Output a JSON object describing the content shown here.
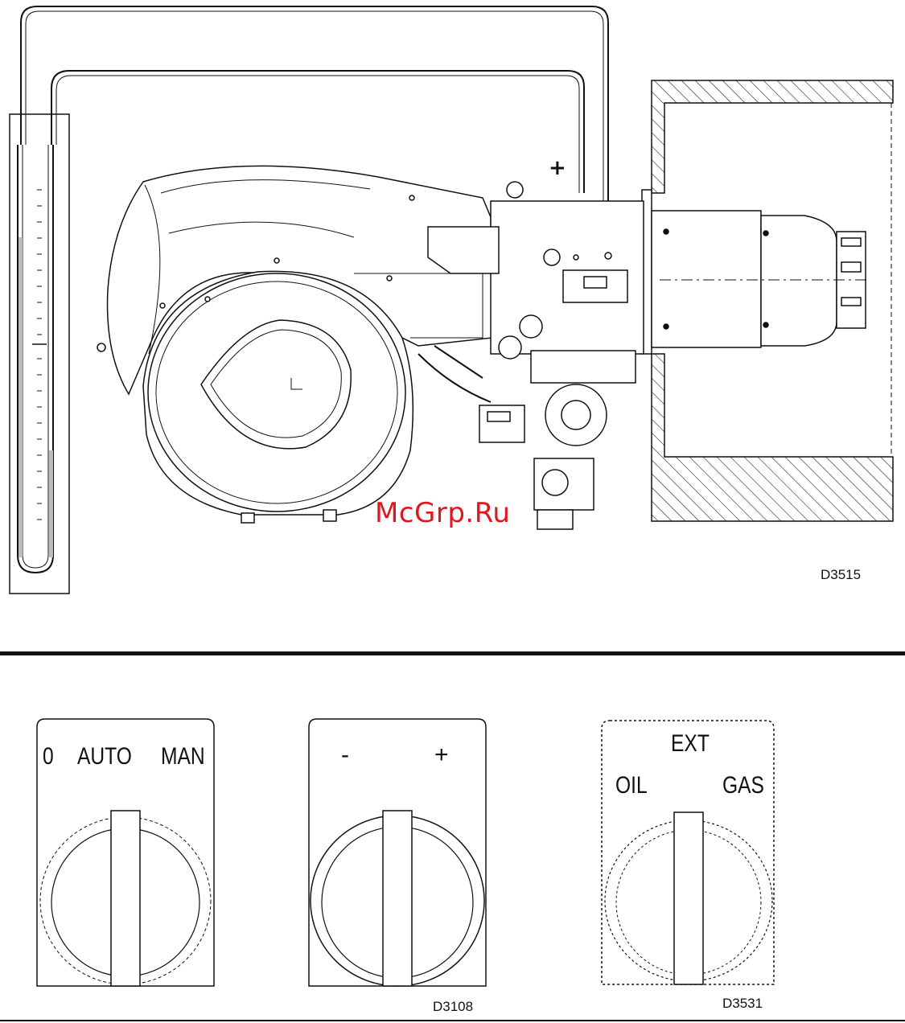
{
  "figure_top": {
    "plus_sign": "+",
    "code": "D3515",
    "watermark": "McGrp.Ru"
  },
  "switches": [
    {
      "labels": [
        "0",
        "AUTO",
        "MAN"
      ],
      "code": ""
    },
    {
      "labels": [
        "-",
        "+"
      ],
      "code": "D3108"
    },
    {
      "labels": [
        "EXT",
        "OIL",
        "GAS"
      ],
      "code": "D3531"
    }
  ],
  "colors": {
    "line": "#111111",
    "watermark": "#e0171f"
  }
}
